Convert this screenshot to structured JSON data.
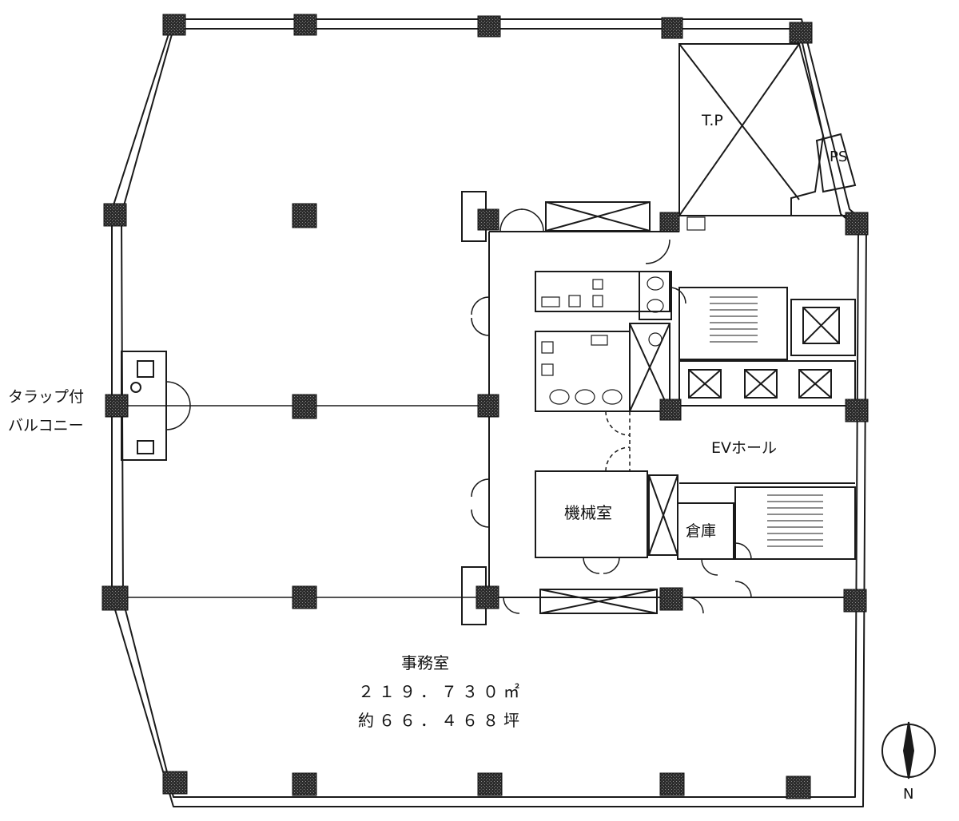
{
  "labels": {
    "tp": "T.P",
    "ps": "PS",
    "balcony_line1": "タラップ付",
    "balcony_line2": "バルコニー",
    "ev_hall": "EVホール",
    "machine_room": "機械室",
    "storage": "倉庫",
    "office": "事務室",
    "area_sqm": "２１９．７３０㎡",
    "area_tsubo": "約６６．４６８坪",
    "north": "N"
  },
  "colors": {
    "line": "#1a1a1a",
    "column": "#3a3a3a",
    "background": "#ffffff"
  }
}
